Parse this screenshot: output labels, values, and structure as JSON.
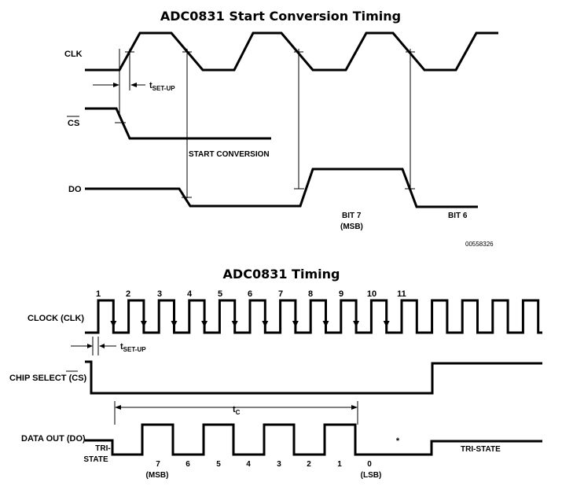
{
  "diagram1": {
    "title": "ADC0831 Start Conversion Timing",
    "clk_label": "CLK",
    "cs_label": "CS",
    "do_label": "DO",
    "tsetup": "t",
    "tsetup_sub": "SET-UP",
    "start_conversion": "START CONVERSION",
    "bit7": "BIT 7",
    "msb": "(MSB)",
    "bit6": "BIT 6",
    "figure_code": "00558326"
  },
  "diagram2": {
    "title": "ADC0831 Timing",
    "clock_label": "CLOCK (CLK)",
    "cs_label_prefix": "CHIP SELECT (",
    "cs_label_bar": "CS",
    "cs_label_suffix": ")",
    "data_label": "DATA OUT (DO)",
    "clock_numbers": [
      "1",
      "2",
      "3",
      "4",
      "5",
      "6",
      "7",
      "8",
      "9",
      "10",
      "11"
    ],
    "tsetup": "t",
    "tsetup_sub": "SET-UP",
    "tc": "t",
    "tc_sub": "C",
    "tri_state_1": "TRI-",
    "tri_state_2": "STATE",
    "tri_state_right": "TRI-STATE",
    "bits": [
      "7",
      "6",
      "5",
      "4",
      "3",
      "2",
      "1",
      "0"
    ],
    "msb": "(MSB)",
    "lsb": "(LSB)",
    "asterisk": "*"
  }
}
